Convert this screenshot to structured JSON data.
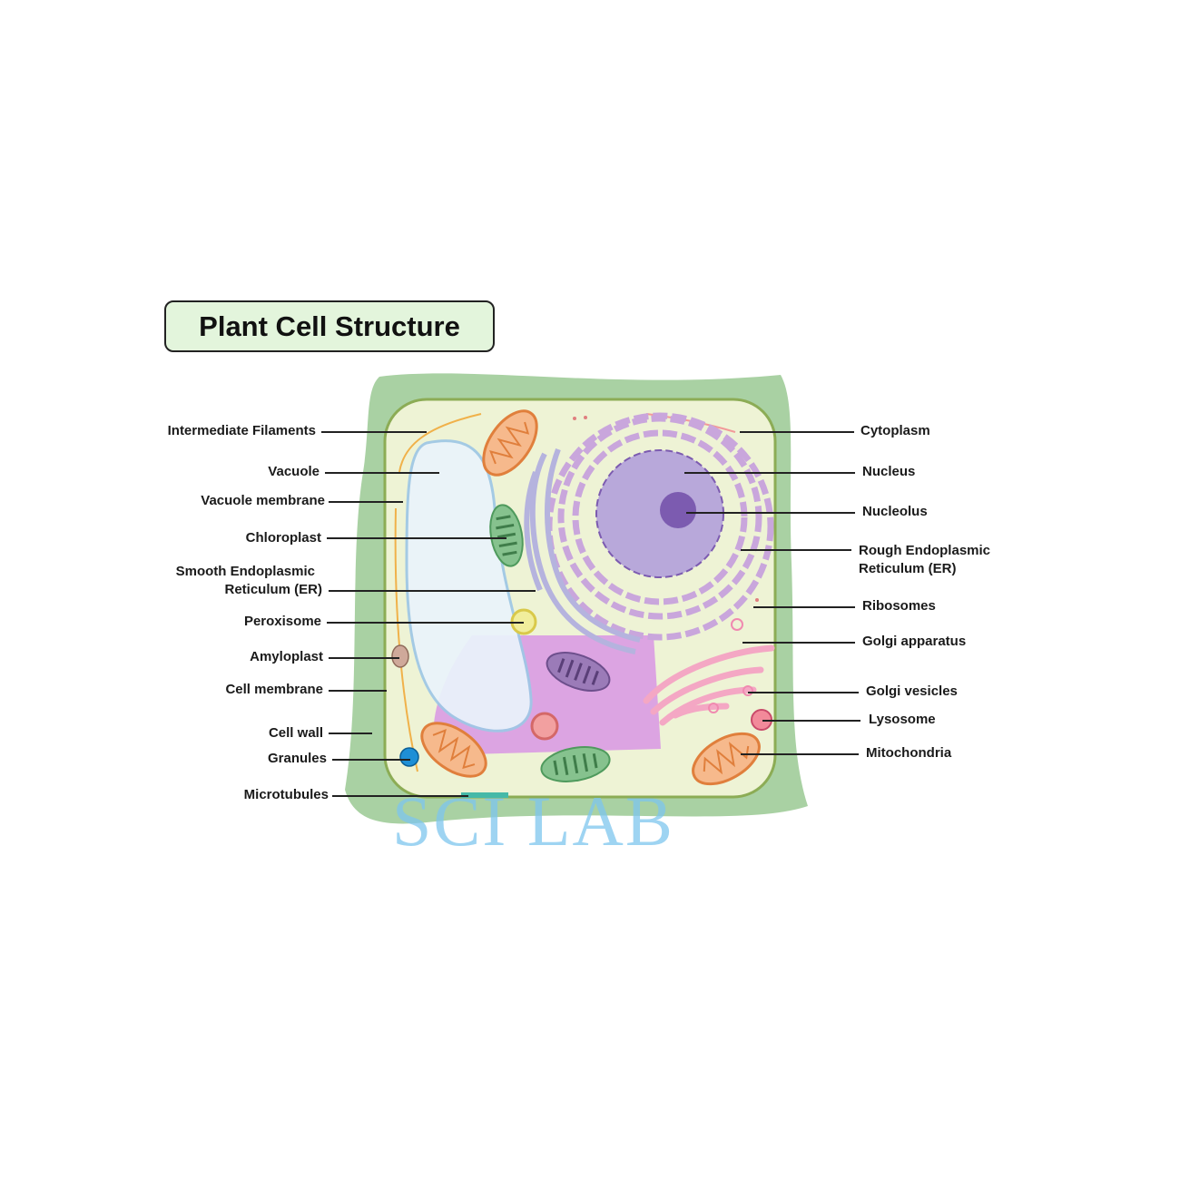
{
  "title": "Plant Cell Structure",
  "watermark": "SCI LAB",
  "labels_left": {
    "intermediate_filaments": "Intermediate Filaments",
    "vacuole": "Vacuole",
    "vacuole_membrane": "Vacuole membrane",
    "chloroplast": "Chloroplast",
    "smooth_er_line1": "Smooth Endoplasmic",
    "smooth_er_line2": "Reticulum (ER)",
    "peroxisome": "Peroxisome",
    "amyloplast": "Amyloplast",
    "cell_membrane": "Cell membrane",
    "cell_wall": "Cell wall",
    "granules": "Granules",
    "microtubules": "Microtubules"
  },
  "labels_right": {
    "cytoplasm": "Cytoplasm",
    "nucleus": "Nucleus",
    "nucleolus": "Nucleolus",
    "rough_er_line1": "Rough Endoplasmic",
    "rough_er_line2": "Reticulum (ER)",
    "ribosomes": "Ribosomes",
    "golgi_apparatus": "Golgi apparatus",
    "golgi_vesicles": "Golgi vesicles",
    "lysosome": "Lysosome",
    "mitochondria": "Mitochondria"
  },
  "colors": {
    "cell_wall": "#a9d1a3",
    "cytoplasm": "#eef3d5",
    "vacuole": "#eaf4fb",
    "nucleus": "#b8a8da",
    "nucleolus": "#7c5bb0",
    "rough_er": "#c9a6dc",
    "golgi": "#f4a7c4",
    "mitochondria": "#f6b98c",
    "chloroplast": "#86c28e",
    "watermark": "#7ec6ee"
  }
}
